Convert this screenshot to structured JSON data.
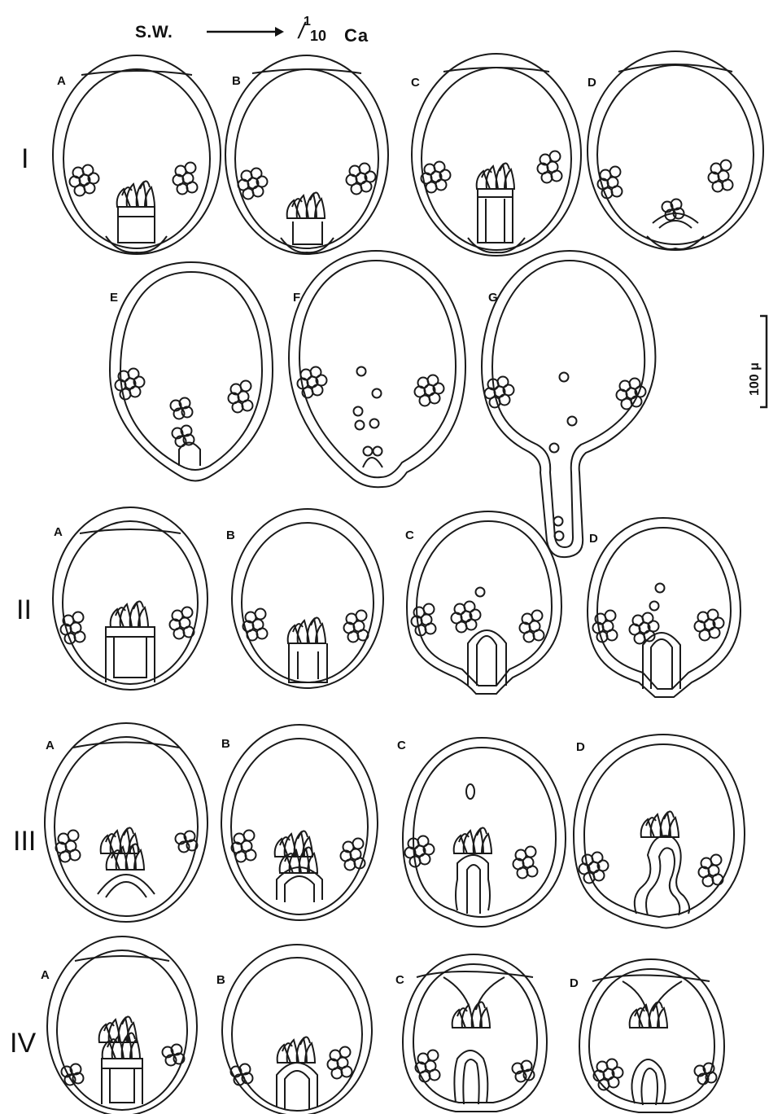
{
  "header": {
    "from": "S.W.",
    "to_numerator": "1",
    "to_denominator": "10",
    "to_ion": "Ca"
  },
  "scale_bar": {
    "label": "100 μ"
  },
  "rows": [
    {
      "numeral": "I",
      "panels": [
        "A",
        "B",
        "C",
        "D",
        "E",
        "F",
        "G"
      ]
    },
    {
      "numeral": "II",
      "panels": [
        "A",
        "B",
        "C",
        "D"
      ]
    },
    {
      "numeral": "III",
      "panels": [
        "A",
        "B",
        "C",
        "D"
      ]
    },
    {
      "numeral": "IV",
      "panels": [
        "A",
        "B",
        "C",
        "D"
      ]
    }
  ]
}
